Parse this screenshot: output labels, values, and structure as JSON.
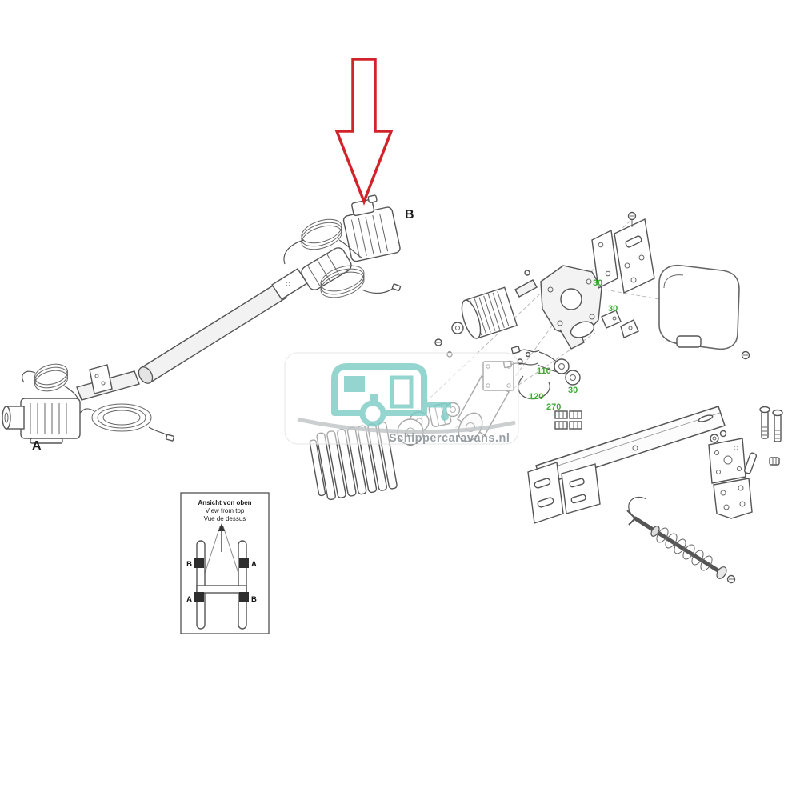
{
  "diagram": {
    "arrow_color": "#d2232a",
    "callout_color": "#3faa38",
    "main_labels": {
      "a": "A",
      "b": "B"
    },
    "callouts": {
      "c30_top1": "30",
      "c30_top2": "30",
      "c110": "110",
      "c30_mid": "30",
      "c120": "120",
      "c270": "270"
    },
    "watermark": {
      "text": "Schippercaravans.nl",
      "logo_color": "#8ad1cc",
      "text_color": "#8f969c"
    },
    "inset": {
      "title_line1": "Ansicht von oben",
      "title_line2": "View from top",
      "title_line3": "Vue de dessus",
      "label_top_left": "B",
      "label_top_right": "A",
      "label_bottom_left": "A",
      "label_bottom_right": "B"
    }
  }
}
